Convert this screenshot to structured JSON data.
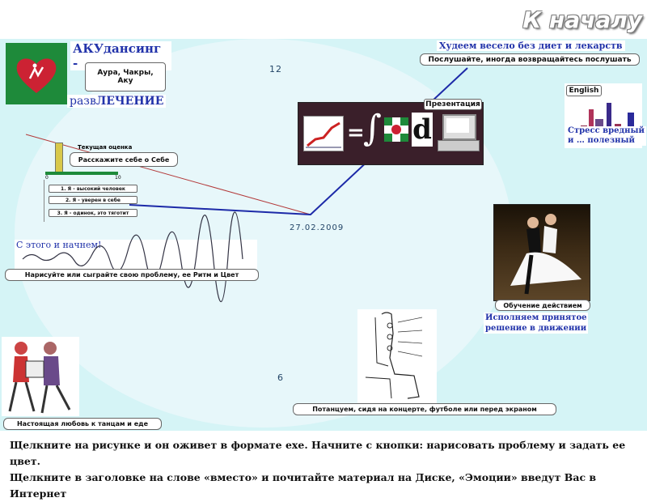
{
  "top_link": "К началу",
  "logo": {
    "title": "АКУдансинг -",
    "subtitle": "Аура, Чакры, Аку",
    "bottom_prefix": "разв",
    "bottom_main": "ЛЕЧЕНИЕ"
  },
  "clock": {
    "twelve": "12",
    "six": "6",
    "date": "27.02.2009"
  },
  "diet": {
    "title": "Худеем весело без диет и лекарств",
    "caption": "Послушайте, иногда возвращайтесь послушать"
  },
  "presentation": {
    "label": "Презентация",
    "letter": "d"
  },
  "english": {
    "label": "English",
    "caption_line1": "Стресс вредный",
    "caption_line2": "и … полезный"
  },
  "assessment": {
    "label": "Текущая оценка",
    "axis_start": "0",
    "axis_end": "10",
    "button": "Расскажите себе о Себе",
    "items": [
      "1. Я - высокий человек",
      "2. Я - уверен в себе",
      "3. Я - одинок, это тяготит"
    ]
  },
  "start": {
    "title": "С этого и начнем!",
    "caption": "Нарисуйте или сыграйте  свою проблему, ее Ритм и Цвет"
  },
  "dance": {
    "caption": "Обучение действием",
    "blue_line1": "Исполняем принятое",
    "blue_line2": "решение  в движении"
  },
  "concert": {
    "caption": "Потанцуем, сидя на концерте, футболе или перед экраном"
  },
  "love": {
    "caption": "Настоящая любовь к танцам и еде"
  },
  "footer": {
    "line1": "Щелкните на рисунке и он оживет в формате exe. Начните с кнопки: нарисовать проблему и задать ее цвет.",
    "line2": "Щелкните в заголовке на слове «вместо» и почитайте материал на Диске, «Эмоции»  введут Вас в Интернет"
  },
  "colors": {
    "background": "#d5f4f6",
    "line_blue": "#1d2aa8",
    "line_red": "#b33a3a",
    "logo_green": "#1e8a3a",
    "logo_red": "#cc2233"
  }
}
